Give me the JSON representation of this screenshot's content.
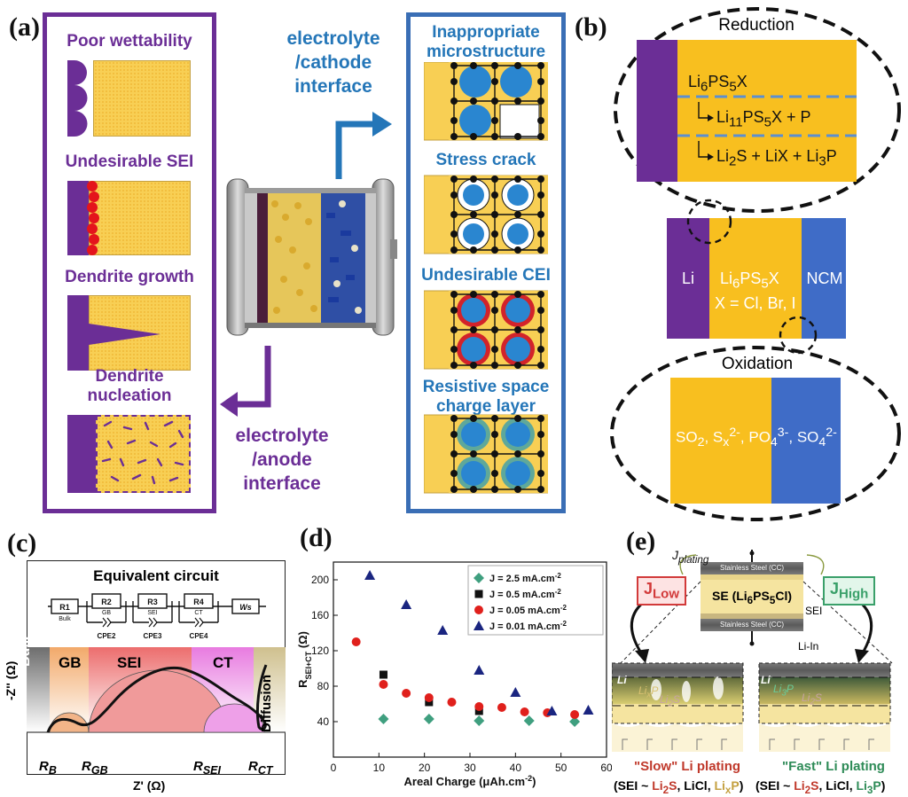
{
  "panel_labels": {
    "a": "(a)",
    "b": "(b)",
    "c": "(c)",
    "d": "(d)",
    "e": "(e)"
  },
  "panel_a": {
    "anode_items": [
      "Poor wettability",
      "Undesirable SEI",
      "Dendrite growth",
      "Dendrite\nnucleation"
    ],
    "cathode_items": [
      "Inappropriate\nmicrostructure",
      "Stress crack",
      "Undesirable CEI",
      "Resistive space\ncharge layer"
    ],
    "cathode_interface": "electrolyte\n/cathode\ninterface",
    "anode_interface": "electrolyte\n/anode\ninterface"
  },
  "panel_b": {
    "reduction_title": "Reduction",
    "oxidation_title": "Oxidation",
    "reduction_layers": [
      "Li6PS5X",
      "Li11PS5X + P",
      "Li2S + LiX + Li3P"
    ],
    "cell_li": "Li",
    "cell_se": "Li6PS5X",
    "cell_x": "X = Cl, Br, I",
    "cell_ncm": "NCM",
    "oxidation_products": "SO2, Sx2-, PO43-, SO42-"
  },
  "panel_c": {
    "title": "Equivalent circuit",
    "elements": [
      "R1",
      "R2",
      "R3",
      "R4",
      "Ws"
    ],
    "element_subs": [
      "Bulk",
      "GB",
      "SEI",
      "CT"
    ],
    "cpes": [
      "CPE2",
      "CPE3",
      "CPE4"
    ],
    "regions": [
      "Bulk",
      "GB",
      "SEI",
      "CT",
      "Diffusion"
    ],
    "yaxis": "-Z'' (Ω)",
    "xaxis": "Z' (Ω)",
    "points": [
      "R_B",
      "R_GB",
      "R_SEI",
      "R_CT"
    ],
    "colors": {
      "bulk": "#6d6d6d",
      "gb": "#f2a96a",
      "sei": "#ec6d6d",
      "ct": "#e87be0",
      "diffusion": "#cfc08e"
    }
  },
  "chart_data": {
    "type": "scatter",
    "xlabel": "Areal Charge (μAh.cm-2)",
    "ylabel": "R SEI+CT (Ω)",
    "xlim": [
      0,
      60
    ],
    "ylim": [
      0,
      220
    ],
    "xticks": [
      0,
      10,
      20,
      30,
      40,
      50,
      60
    ],
    "yticks": [
      40,
      80,
      120,
      160,
      200
    ],
    "legend_position": "top-right",
    "series": [
      {
        "name": "J = 2.5 mA.cm-2",
        "marker": "diamond",
        "color": "#3f9f7f",
        "points": [
          [
            11,
            43
          ],
          [
            21,
            43
          ],
          [
            32,
            41
          ],
          [
            43,
            41
          ],
          [
            53,
            40
          ]
        ]
      },
      {
        "name": "J = 0.5 mA.cm-2",
        "marker": "square",
        "color": "#111111",
        "points": [
          [
            11,
            93
          ],
          [
            21,
            62
          ],
          [
            32,
            52
          ]
        ]
      },
      {
        "name": "J = 0.05 mA.cm-2",
        "marker": "circle",
        "color": "#e0201c",
        "points": [
          [
            5,
            130
          ],
          [
            11,
            82
          ],
          [
            16,
            72
          ],
          [
            21,
            67
          ],
          [
            26,
            62
          ],
          [
            32,
            57
          ],
          [
            37,
            56
          ],
          [
            42,
            51
          ],
          [
            47,
            50
          ],
          [
            53,
            48
          ]
        ]
      },
      {
        "name": "J = 0.01 mA.cm-2",
        "marker": "triangle",
        "color": "#1a2580",
        "points": [
          [
            8,
            205
          ],
          [
            16,
            172
          ],
          [
            24,
            143
          ],
          [
            32,
            98
          ],
          [
            40,
            73
          ],
          [
            48,
            52
          ],
          [
            56,
            53
          ]
        ]
      }
    ]
  },
  "panel_e": {
    "j_plating": "J plating",
    "j_low": "J Low",
    "j_high": "J High",
    "stainless_steel": "Stainless Steel (CC)",
    "se_label": "SE (Li6PS5Cl)",
    "sei": "SEI",
    "li_in": "Li-In",
    "li": "Li",
    "lixp": "LixP",
    "li2s": "Li2S",
    "li3p": "Li3P",
    "slow_caption": "\"Slow\" Li plating",
    "fast_caption": "\"Fast\" Li plating",
    "slow_sei": "(SEI ~ Li2S, LiCl, LixP)",
    "fast_sei": "(SEI ~ Li2S, LiCl, Li3P)"
  }
}
